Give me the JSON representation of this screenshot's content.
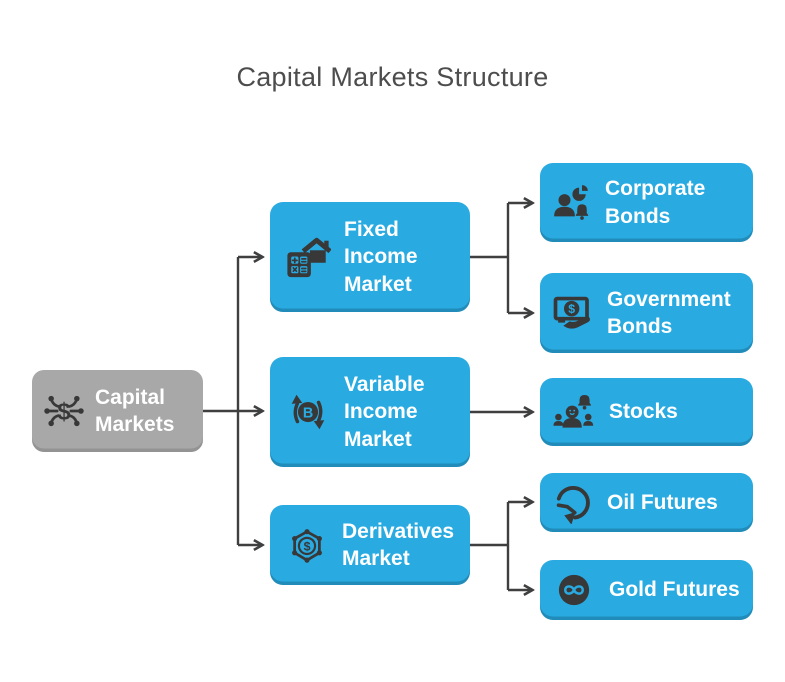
{
  "title": "Capital Markets Structure",
  "colors": {
    "node_blue": "#29ABE2",
    "node_gray": "#A8A8A8",
    "node_text": "#FFFFFF",
    "icon_dark": "#383838",
    "connector": "#3F3F3F",
    "title_text": "#4D4D4D",
    "background": "#FFFFFF"
  },
  "nodes": {
    "root": {
      "label": "Capital Markets",
      "icon": "money-network-icon"
    },
    "fixed_income": {
      "label": "Fixed Income Market",
      "icon": "house-calculator-icon"
    },
    "variable_income": {
      "label": "Variable Income Market",
      "icon": "bitcoin-exchange-icon"
    },
    "derivatives": {
      "label": "Derivatives Market",
      "icon": "dollar-hex-network-icon"
    },
    "corporate_bonds": {
      "label": "Corporate Bonds",
      "icon": "person-pie-bell-icon"
    },
    "government_bonds": {
      "label": "Government Bonds",
      "icon": "money-screen-hand-icon"
    },
    "stocks": {
      "label": "Stocks",
      "icon": "person-group-bell-icon"
    },
    "oil_futures": {
      "label": "Oil Futures",
      "icon": "clockwise-arrow-gauge-icon"
    },
    "gold_futures": {
      "label": "Gold Futures",
      "icon": "infinity-circle-icon"
    }
  },
  "edges": [
    {
      "from": "Capital Markets",
      "to": "Fixed Income Market"
    },
    {
      "from": "Capital Markets",
      "to": "Variable Income Market"
    },
    {
      "from": "Capital Markets",
      "to": "Derivatives Market"
    },
    {
      "from": "Fixed Income Market",
      "to": "Corporate Bonds"
    },
    {
      "from": "Fixed Income Market",
      "to": "Government Bonds"
    },
    {
      "from": "Variable Income Market",
      "to": "Stocks"
    },
    {
      "from": "Derivatives Market",
      "to": "Oil Futures"
    },
    {
      "from": "Derivatives Market",
      "to": "Gold Futures"
    }
  ]
}
